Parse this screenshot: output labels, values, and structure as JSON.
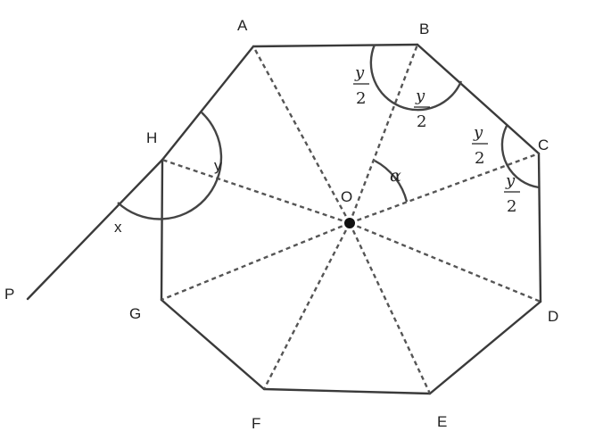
{
  "diagram": {
    "vertices": {
      "A": "A",
      "B": "B",
      "C": "C",
      "D": "D",
      "E": "E",
      "F": "F",
      "G": "G",
      "H": "H"
    },
    "center_label": "O",
    "external_point_label": "P",
    "angles": {
      "exterior": "x",
      "interior": "y",
      "central": "α"
    },
    "half_angle": {
      "numerator": "y",
      "denominator": "2"
    }
  }
}
